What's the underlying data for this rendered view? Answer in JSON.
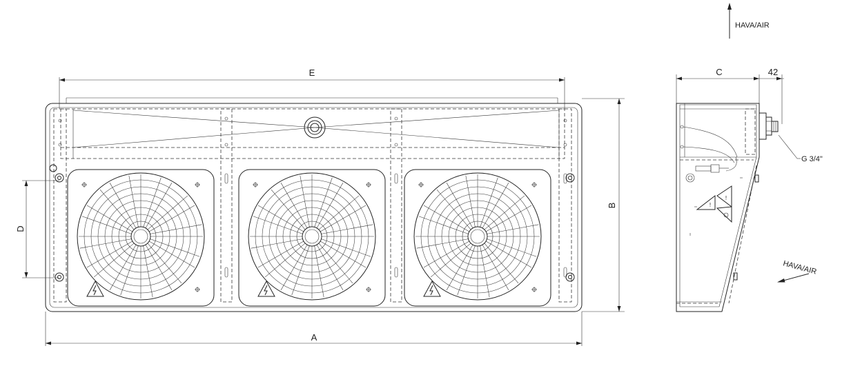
{
  "labels": {
    "dim_a": "A",
    "dim_b": "B",
    "dim_c": "C",
    "dim_d": "D",
    "dim_e": "E",
    "dim_42": "42",
    "air_top": "HAVA/AIR",
    "air_side": "HAVA/AIR",
    "pipe": "G 3/4\""
  },
  "fans": 3,
  "colors": {
    "line": "#222222",
    "background": "#ffffff"
  }
}
